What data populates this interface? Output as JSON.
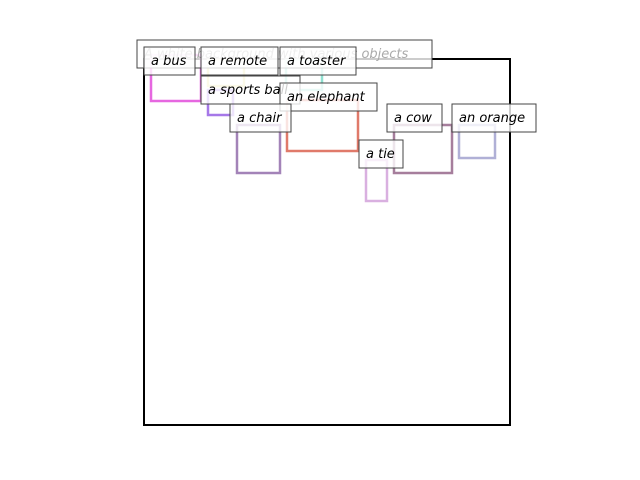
{
  "caption": "A white background with various objects",
  "objects": [
    {
      "label": "a bus",
      "color": "#e667e0"
    },
    {
      "label": "a remote",
      "color": "#e8e08c"
    },
    {
      "label": "a toaster",
      "color": "#8fe0d0"
    },
    {
      "label": "a sports ball",
      "color": "#a678e8"
    },
    {
      "label": "an elephant",
      "color": "#e07a6a"
    },
    {
      "label": "a chair",
      "color": "#a383b8"
    },
    {
      "label": "a cow",
      "color": "#a67e9c"
    },
    {
      "label": "an orange",
      "color": "#b0b0d6"
    },
    {
      "label": "a tie",
      "color": "#d9b0e0"
    }
  ]
}
